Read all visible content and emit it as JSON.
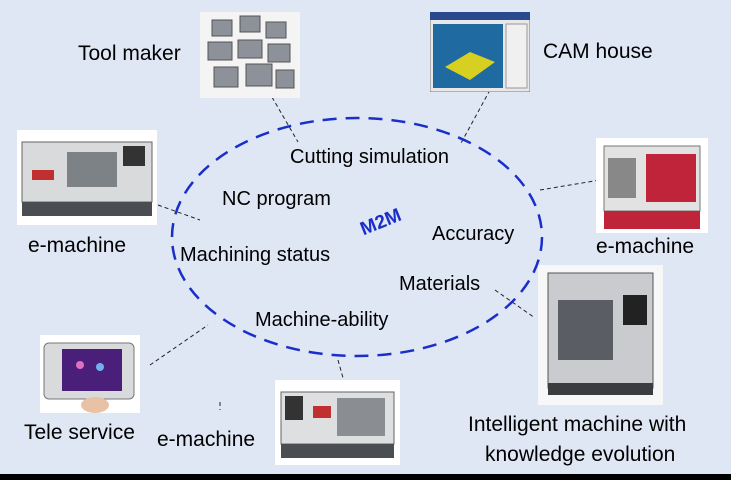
{
  "center": {
    "title": "M2M",
    "items": [
      "Cutting simulation",
      "NC program",
      "Accuracy",
      "Machining status",
      "Materials",
      "Machine-ability"
    ]
  },
  "nodes": {
    "tool_maker": "Tool maker",
    "cam_house": "CAM house",
    "emachine_left": "e-machine",
    "emachine_right": "e-machine",
    "tele_service": "Tele service",
    "emachine_bottom": "e-machine",
    "intelligent_line1": "Intelligent machine with",
    "intelligent_line2": "knowledge evolution"
  },
  "colors": {
    "background": "#dfe7f5",
    "ellipse": "#1a2ec8",
    "title": "#1a2ec8"
  }
}
